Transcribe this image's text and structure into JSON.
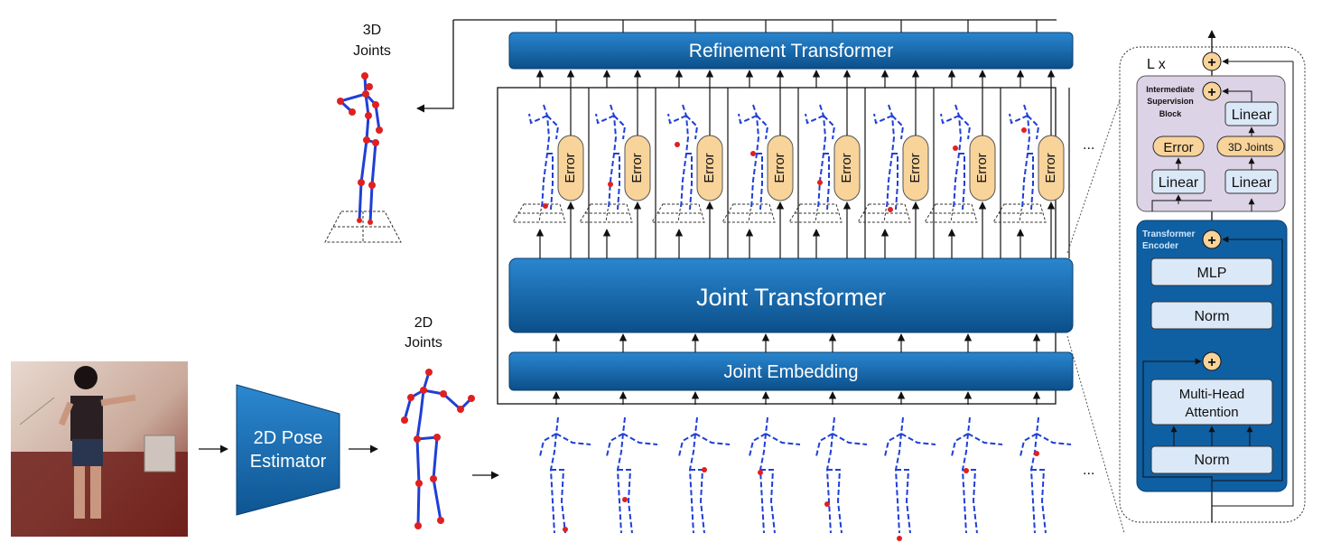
{
  "labels": {
    "joints3d_line1": "3D",
    "joints3d_line2": "Joints",
    "joints2d_line1": "2D",
    "joints2d_line2": "Joints",
    "pose_estimator_line1": "2D Pose",
    "pose_estimator_line2": "Estimator",
    "refinement_transformer": "Refinement Transformer",
    "joint_transformer": "Joint Transformer",
    "joint_embedding": "Joint Embedding",
    "error": "Error",
    "ellipsis": "...",
    "lx": "L x",
    "isb_line1": "Intermediate",
    "isb_line2": "Supervision",
    "isb_line3": "Block",
    "linear": "Linear",
    "isb_error": "Error",
    "isb_3d_joints": "3D Joints",
    "encoder_line1": "Transformer",
    "encoder_line2": "Encoder",
    "mlp": "MLP",
    "norm": "Norm",
    "mha_line1": "Multi-Head",
    "mha_line2": "Attention",
    "plus": "+"
  },
  "colors": {
    "blue_dark": "#0b4f8a",
    "blue_mid": "#1a6fb8",
    "blue_light_box": "#dbe8f7",
    "orange": "#f8d39a",
    "isb_bg": "#ddd3e6",
    "skeleton": "#1f3fd6",
    "joint": "#e02020"
  }
}
